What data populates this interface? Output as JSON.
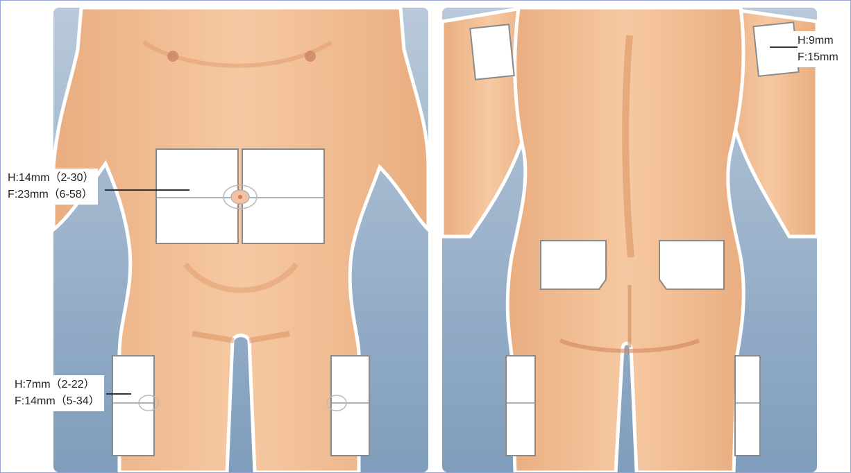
{
  "labels": {
    "abdomen": {
      "line1": "H:14mm（2-30）",
      "line2": "F:23mm（6-58）"
    },
    "thigh": {
      "line1": "H:7mm（2-22）",
      "line2": "F:14mm（5-34）"
    },
    "arm": {
      "line1": "H:9mm",
      "line2": "F:15mm"
    }
  },
  "colors": {
    "skin": "#f2bf95",
    "skin_shadow": "#e3a173",
    "background_blue": "#9eb5cd",
    "pad_fill": "#ffffff",
    "pad_border": "#8a8a8a"
  }
}
